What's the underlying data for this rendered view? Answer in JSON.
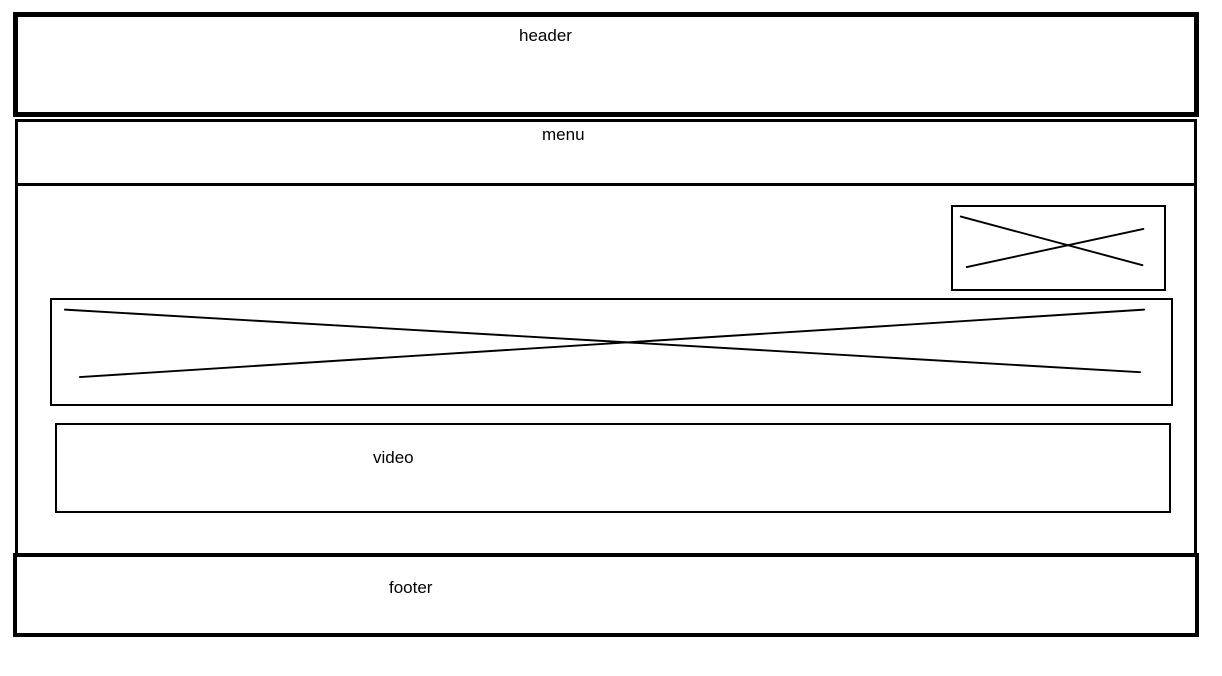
{
  "wireframe": {
    "header": {
      "label": "header"
    },
    "menu": {
      "label": "menu"
    },
    "content": {
      "image_small": {
        "icon": "image-placeholder-icon"
      },
      "banner_image": {
        "icon": "image-placeholder-icon"
      },
      "video": {
        "label": "video"
      }
    },
    "footer": {
      "label": "footer"
    }
  },
  "colors": {
    "stroke": "#000000",
    "background": "#ffffff"
  }
}
